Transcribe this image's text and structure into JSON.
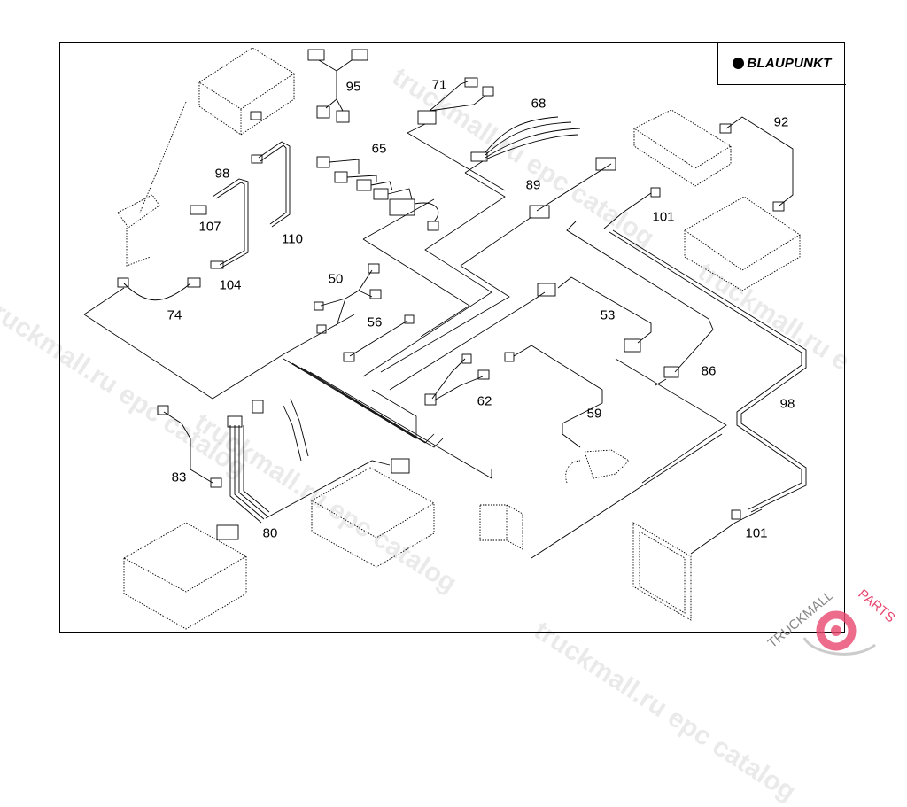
{
  "diagram": {
    "type": "exploded-parts-diagram",
    "brand": {
      "name": "BLAUPUNKT",
      "icon": "filled-circle-icon"
    },
    "callouts": [
      {
        "id": "95",
        "label": "95"
      },
      {
        "id": "71",
        "label": "71"
      },
      {
        "id": "68",
        "label": "68"
      },
      {
        "id": "92",
        "label": "92"
      },
      {
        "id": "65",
        "label": "65"
      },
      {
        "id": "98a",
        "label": "98"
      },
      {
        "id": "89",
        "label": "89"
      },
      {
        "id": "101a",
        "label": "101"
      },
      {
        "id": "107",
        "label": "107"
      },
      {
        "id": "110",
        "label": "110"
      },
      {
        "id": "104",
        "label": "104"
      },
      {
        "id": "50",
        "label": "50"
      },
      {
        "id": "74",
        "label": "74"
      },
      {
        "id": "56",
        "label": "56"
      },
      {
        "id": "53",
        "label": "53"
      },
      {
        "id": "86",
        "label": "86"
      },
      {
        "id": "62",
        "label": "62"
      },
      {
        "id": "98b",
        "label": "98"
      },
      {
        "id": "59",
        "label": "59"
      },
      {
        "id": "83",
        "label": "83"
      },
      {
        "id": "80",
        "label": "80"
      },
      {
        "id": "101b",
        "label": "101"
      }
    ]
  },
  "watermarks": [
    "truckmall.ru epc catalog",
    "truckmall.ru epc catalog",
    "truckmall.ru epc catalog",
    "truckmall.ru epc catalog"
  ],
  "site_logo": {
    "text_left": "TRUCKMALL",
    "text_right": "PARTS",
    "accent_color": "#e8476f",
    "icon": "gear-icon"
  }
}
